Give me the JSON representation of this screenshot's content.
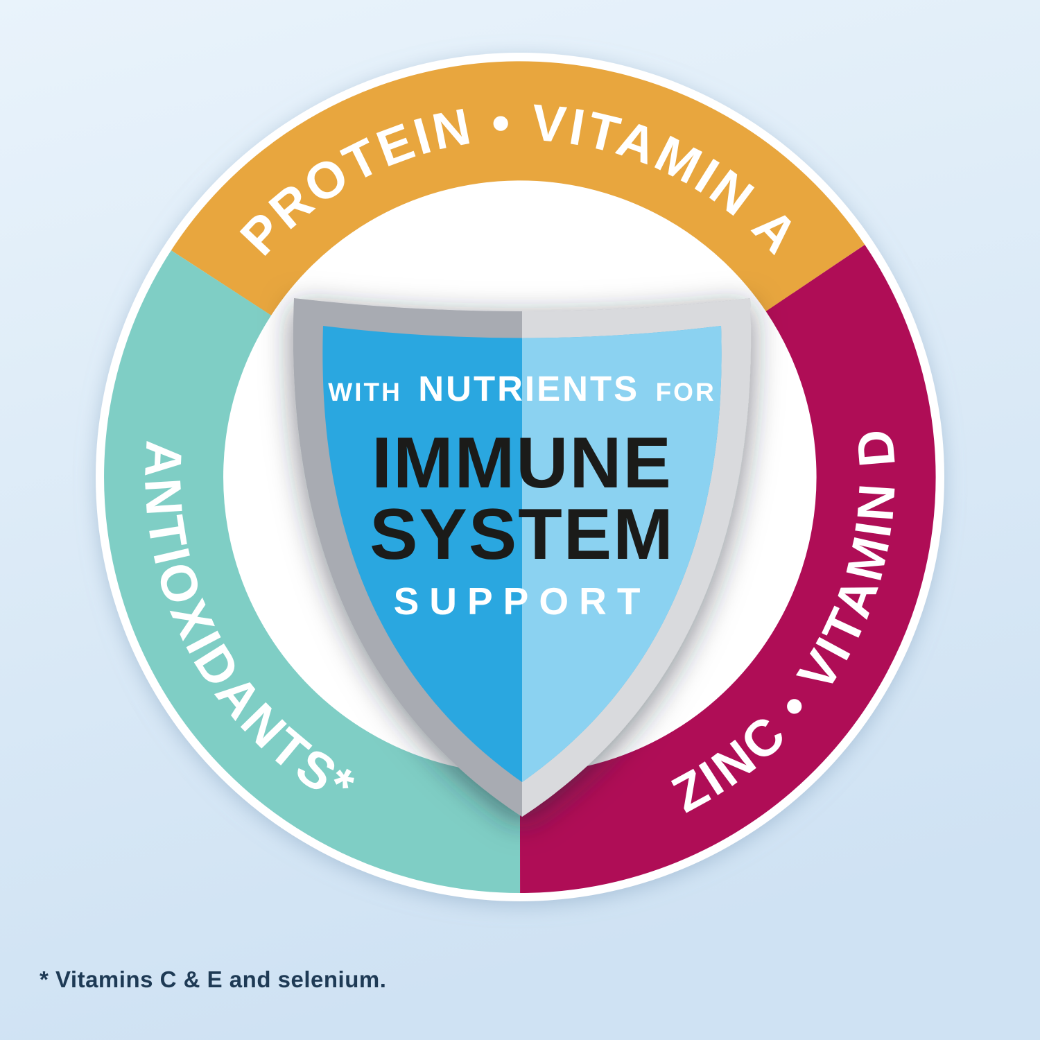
{
  "page": {
    "background_top": "#e9f3fb",
    "background_bottom": "#cfe2f3"
  },
  "ring": {
    "label_color": "#FFFFFF",
    "segments": [
      {
        "name": "protein-vitamin-a",
        "label": "PROTEIN • VITAMIN A",
        "color": "#E8A63E"
      },
      {
        "name": "antioxidants",
        "label": "ANTIOXIDANTS*",
        "color": "#7FCEC5"
      },
      {
        "name": "zinc-vitamin-d",
        "label": "ZINC • VITAMIN D",
        "color": "#AF0D56"
      }
    ]
  },
  "shield": {
    "eyebrow_small_left": "WITH",
    "eyebrow_main": "NUTRIENTS",
    "eyebrow_small_right": "FOR",
    "title_line1": "IMMUNE",
    "title_line2": "SYSTEM",
    "subtitle": "SUPPORT",
    "colors": {
      "border_left": "#A8ABB2",
      "border_right": "#D9DADD",
      "face_left": "#2AA7E0",
      "face_right": "#8BD2F1",
      "title_color": "#1B1B19",
      "light_text_color": "#FFFFFF"
    }
  },
  "footnote": {
    "text": "* Vitamins C & E and selenium.",
    "color": "#1E3A55"
  }
}
